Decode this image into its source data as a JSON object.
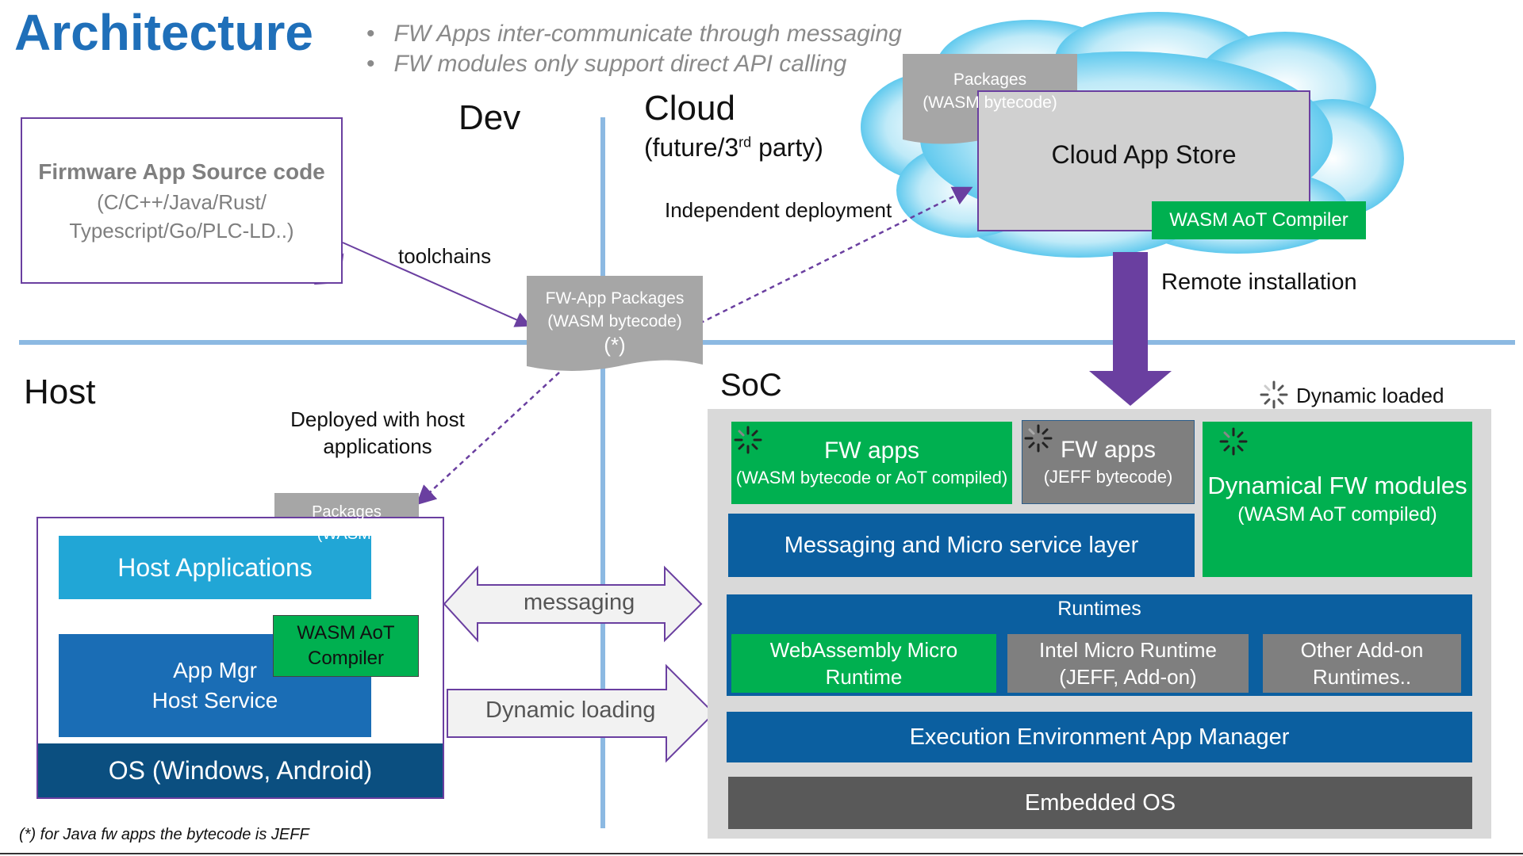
{
  "title": "Architecture",
  "bullets": [
    "FW Apps inter-communicate through messaging",
    "FW modules only support direct API calling"
  ],
  "zones": {
    "dev": "Dev",
    "cloud_line1": "Cloud",
    "cloud_line2_prefix": "(future/3",
    "cloud_line2_sup": "rd",
    "cloud_line2_suffix": " party)",
    "host": "Host",
    "soc": "SoC"
  },
  "source": {
    "title": "Firmware App Source code",
    "line1": "(C/C++/Java/Rust/",
    "line2": "Typescript/Go/PLC-LD..)"
  },
  "labels": {
    "toolchains": "toolchains",
    "independent": "Independent deployment",
    "remote": "Remote installation",
    "deployed1": "Deployed with host",
    "deployed2": "applications",
    "messaging": "messaging",
    "dynamic_loading": "Dynamic loading",
    "dynamic_loaded": "Dynamic loaded",
    "footnote": "(*) for Java fw apps the bytecode is JEFF"
  },
  "fw_package": {
    "line1": "FW-App Packages",
    "line2": "(WASM bytecode)",
    "line3": "(*)"
  },
  "cloud_package": {
    "line1": "Packages",
    "line2": "(WASM bytecode)"
  },
  "host_package": {
    "line1": "Packages",
    "line2": "(WASM)"
  },
  "cloud_store": {
    "title": "Cloud App Store",
    "compiler": "WASM AoT Compiler"
  },
  "host_box": {
    "apps": "Host Applications",
    "mgr1": "App Mgr",
    "mgr2": "Host Service",
    "compiler1": "WASM AoT",
    "compiler2": "Compiler",
    "os": "OS (Windows, Android)"
  },
  "soc": {
    "fw_apps1": {
      "title": "FW apps",
      "sub": "(WASM bytecode or AoT compiled)"
    },
    "fw_apps2": {
      "title": "FW apps",
      "sub": "(JEFF bytecode)"
    },
    "dyn_modules": {
      "title": "Dynamical FW modules",
      "sub": "(WASM AoT compiled)"
    },
    "messaging_layer": "Messaging and Micro service layer",
    "runtimes": "Runtimes",
    "wamr1": "WebAssembly Micro",
    "wamr2": "Runtime",
    "intel1": "Intel Micro Runtime",
    "intel2": "(JEFF, Add-on)",
    "other1": "Other Add-on",
    "other2": "Runtimes..",
    "app_manager": "Execution Environment App Manager",
    "embedded_os": "Embedded OS"
  },
  "colors": {
    "title": "#1f6fb9",
    "green": "#00b050",
    "blue": "#0b5fa0",
    "grey": "#7f7f7f",
    "purple": "#6a3fa0",
    "cloud": "#29b6e8"
  }
}
